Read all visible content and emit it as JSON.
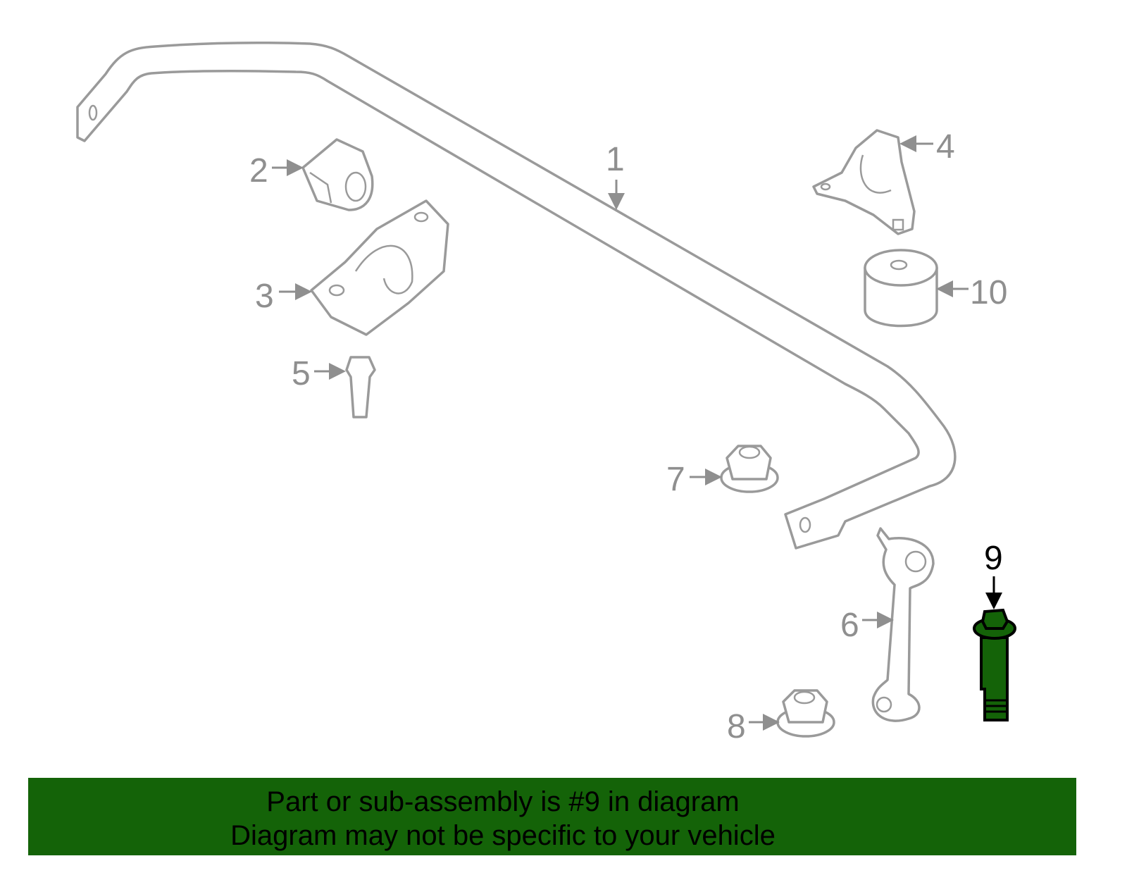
{
  "callouts": {
    "c1": "1",
    "c2": "2",
    "c3": "3",
    "c4": "4",
    "c5": "5",
    "c6": "6",
    "c7": "7",
    "c8": "8",
    "c9": "9",
    "c10": "10"
  },
  "selected_part": "9",
  "colors": {
    "highlight": "#146308",
    "outline": "#9a9a9a"
  },
  "banner": {
    "line1": "Part or sub-assembly is #9 in diagram",
    "line2": "Diagram may not be specific to your vehicle"
  }
}
